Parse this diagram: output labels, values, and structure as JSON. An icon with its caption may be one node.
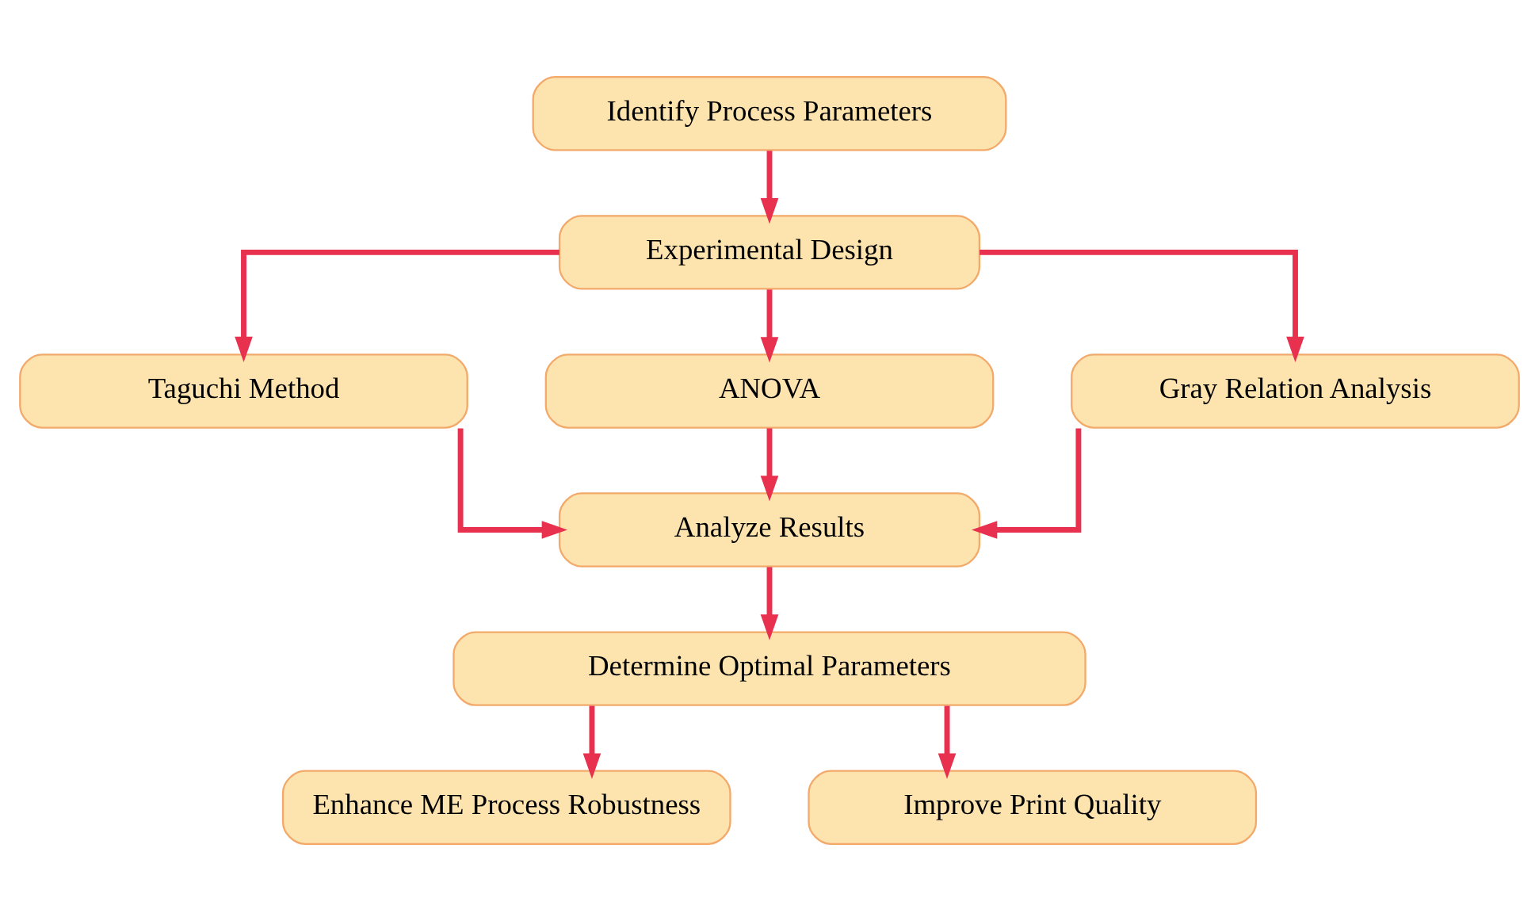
{
  "diagram": {
    "nodes": [
      {
        "text": [
          "Identify Process Parameters"
        ]
      },
      {
        "text": [
          "Experimental Design"
        ]
      },
      {
        "text": [
          "Taguchi Method"
        ]
      },
      {
        "text": [
          "ANOVA"
        ]
      },
      {
        "text": [
          "Gray Relation Analysis"
        ]
      },
      {
        "text": [
          "Analyze Results"
        ]
      },
      {
        "text": [
          "Determine Optimal Parameters"
        ]
      },
      {
        "text": [
          "Enhance ME Process Robustness"
        ]
      },
      {
        "text": [
          "Improve Print Quality"
        ]
      }
    ],
    "edges": [
      {
        "from": 0,
        "to": 1,
        "arrow": "to"
      },
      {
        "from": 1,
        "to": 2,
        "arrow": "to"
      },
      {
        "from": 1,
        "to": 3,
        "arrow": "to"
      },
      {
        "from": 1,
        "to": 4,
        "arrow": "to"
      },
      {
        "from": 2,
        "to": 5,
        "arrow": "to"
      },
      {
        "from": 3,
        "to": 5,
        "arrow": "to"
      },
      {
        "from": 4,
        "to": 5,
        "arrow": "to"
      },
      {
        "from": 5,
        "to": 6,
        "arrow": "to"
      },
      {
        "from": 6,
        "to": 7,
        "arrow": "to"
      },
      {
        "from": 6,
        "to": 8,
        "arrow": "to"
      }
    ]
  }
}
